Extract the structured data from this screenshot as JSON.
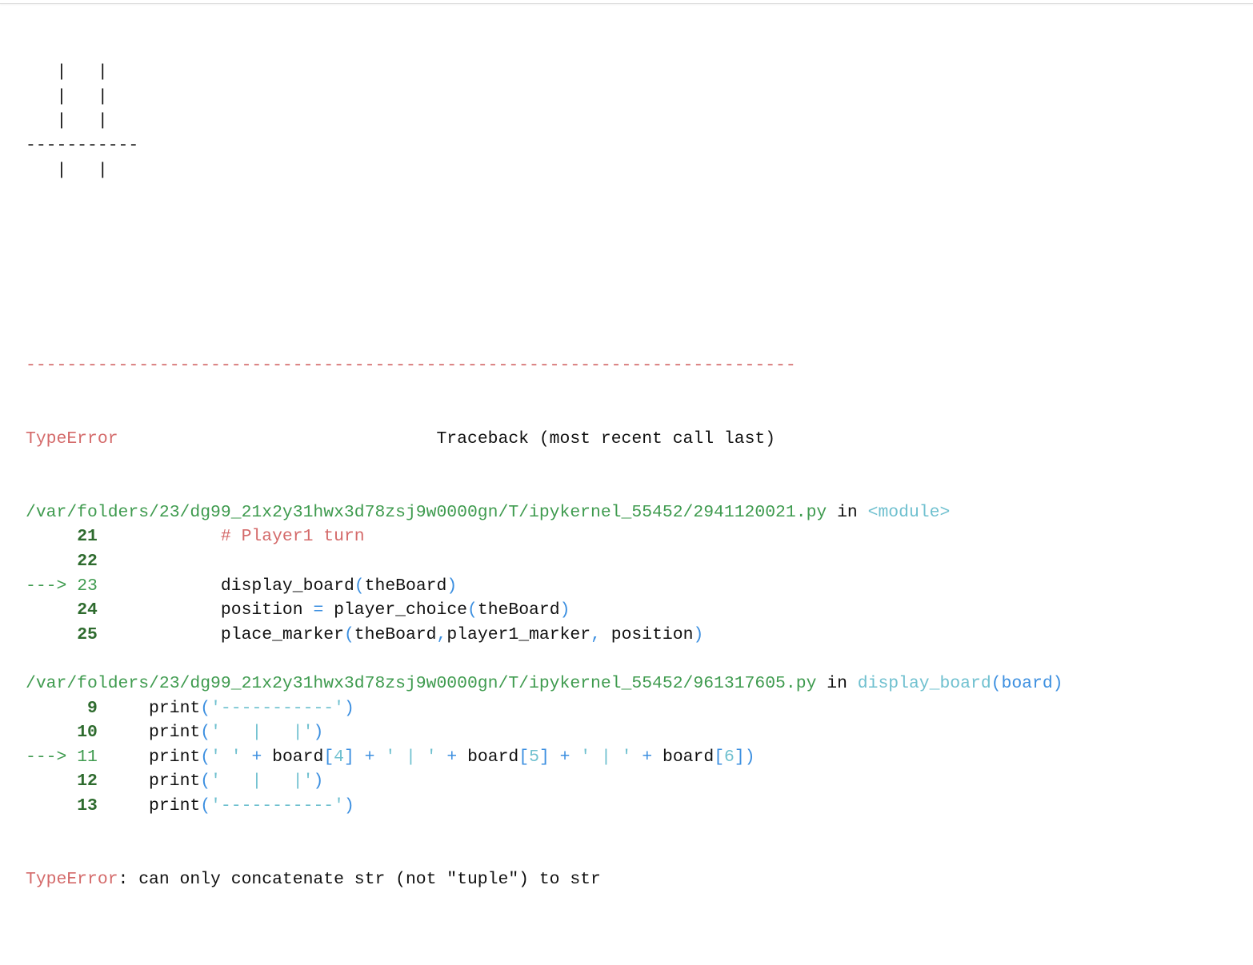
{
  "stdout_lines": [
    "   |   |",
    "   |   |",
    "   |   |",
    "-----------",
    "   |   |"
  ],
  "traceback": {
    "rule": "---------------------------------------------------------------------------",
    "error_name": "TypeError",
    "header_gap": "                               ",
    "header_text": "Traceback (most recent call last)",
    "frames": [
      {
        "path": "/var/folders/23/dg99_21x2y31hwx3d78zsj9w0000gn/T/ipykernel_55452/2941120021.py",
        "in_word": " in ",
        "location": "<module>",
        "location_args": "",
        "lines": [
          {
            "prefix": "     ",
            "num": "21",
            "current": false,
            "code": "            # Player1 turn",
            "kind": "comment"
          },
          {
            "prefix": "     ",
            "num": "22",
            "current": false,
            "code": "",
            "kind": "blank"
          },
          {
            "prefix": "---> ",
            "num": "23",
            "current": true,
            "code_parts": [
              {
                "t": "            display_board",
                "c": "black"
              },
              {
                "t": "(",
                "c": "blue"
              },
              {
                "t": "theBoard",
                "c": "black"
              },
              {
                "t": ")",
                "c": "blue"
              }
            ]
          },
          {
            "prefix": "     ",
            "num": "24",
            "current": false,
            "code_parts": [
              {
                "t": "            position ",
                "c": "black"
              },
              {
                "t": "=",
                "c": "blue"
              },
              {
                "t": " player_choice",
                "c": "black"
              },
              {
                "t": "(",
                "c": "blue"
              },
              {
                "t": "theBoard",
                "c": "black"
              },
              {
                "t": ")",
                "c": "blue"
              }
            ]
          },
          {
            "prefix": "     ",
            "num": "25",
            "current": false,
            "code_parts": [
              {
                "t": "            place_marker",
                "c": "black"
              },
              {
                "t": "(",
                "c": "blue"
              },
              {
                "t": "theBoard",
                "c": "black"
              },
              {
                "t": ",",
                "c": "blue"
              },
              {
                "t": "player1_marker",
                "c": "black"
              },
              {
                "t": ",",
                "c": "blue"
              },
              {
                "t": " position",
                "c": "black"
              },
              {
                "t": ")",
                "c": "blue"
              }
            ]
          }
        ]
      },
      {
        "path": "/var/folders/23/dg99_21x2y31hwx3d78zsj9w0000gn/T/ipykernel_55452/961317605.py",
        "in_word": " in ",
        "location": "display_board",
        "location_args": "(board)",
        "lines": [
          {
            "prefix": "      ",
            "num": "9",
            "current": false,
            "code_parts": [
              {
                "t": "     print",
                "c": "black"
              },
              {
                "t": "(",
                "c": "blue"
              },
              {
                "t": "'-----------'",
                "c": "cyan"
              },
              {
                "t": ")",
                "c": "blue"
              }
            ]
          },
          {
            "prefix": "     ",
            "num": "10",
            "current": false,
            "code_parts": [
              {
                "t": "     print",
                "c": "black"
              },
              {
                "t": "(",
                "c": "blue"
              },
              {
                "t": "'   |   |'",
                "c": "cyan"
              },
              {
                "t": ")",
                "c": "blue"
              }
            ]
          },
          {
            "prefix": "---> ",
            "num": "11",
            "current": true,
            "code_parts": [
              {
                "t": "     print",
                "c": "black"
              },
              {
                "t": "(",
                "c": "blue"
              },
              {
                "t": "' '",
                "c": "cyan"
              },
              {
                "t": " + ",
                "c": "blue"
              },
              {
                "t": "board",
                "c": "black"
              },
              {
                "t": "[",
                "c": "blue"
              },
              {
                "t": "4",
                "c": "cyan"
              },
              {
                "t": "]",
                "c": "blue"
              },
              {
                "t": " + ",
                "c": "blue"
              },
              {
                "t": "' | '",
                "c": "cyan"
              },
              {
                "t": " + ",
                "c": "blue"
              },
              {
                "t": "board",
                "c": "black"
              },
              {
                "t": "[",
                "c": "blue"
              },
              {
                "t": "5",
                "c": "cyan"
              },
              {
                "t": "]",
                "c": "blue"
              },
              {
                "t": " + ",
                "c": "blue"
              },
              {
                "t": "' | '",
                "c": "cyan"
              },
              {
                "t": " + ",
                "c": "blue"
              },
              {
                "t": "board",
                "c": "black"
              },
              {
                "t": "[",
                "c": "blue"
              },
              {
                "t": "6",
                "c": "cyan"
              },
              {
                "t": "])",
                "c": "blue"
              }
            ]
          },
          {
            "prefix": "     ",
            "num": "12",
            "current": false,
            "code_parts": [
              {
                "t": "     print",
                "c": "black"
              },
              {
                "t": "(",
                "c": "blue"
              },
              {
                "t": "'   |   |'",
                "c": "cyan"
              },
              {
                "t": ")",
                "c": "blue"
              }
            ]
          },
          {
            "prefix": "     ",
            "num": "13",
            "current": false,
            "code_parts": [
              {
                "t": "     print",
                "c": "black"
              },
              {
                "t": "(",
                "c": "blue"
              },
              {
                "t": "'-----------'",
                "c": "cyan"
              },
              {
                "t": ")",
                "c": "blue"
              }
            ]
          }
        ]
      }
    ],
    "final_error_name": "TypeError",
    "final_error_message": ": can only concatenate str (not \"tuple\") to str"
  },
  "colors": {
    "error_red": "#d46a6a",
    "path_green": "#3f9b4f",
    "lineno_green": "#2e6b2e",
    "string_cyan": "#6fc0cf",
    "operator_blue": "#3c8fe0",
    "text": "#111111"
  }
}
